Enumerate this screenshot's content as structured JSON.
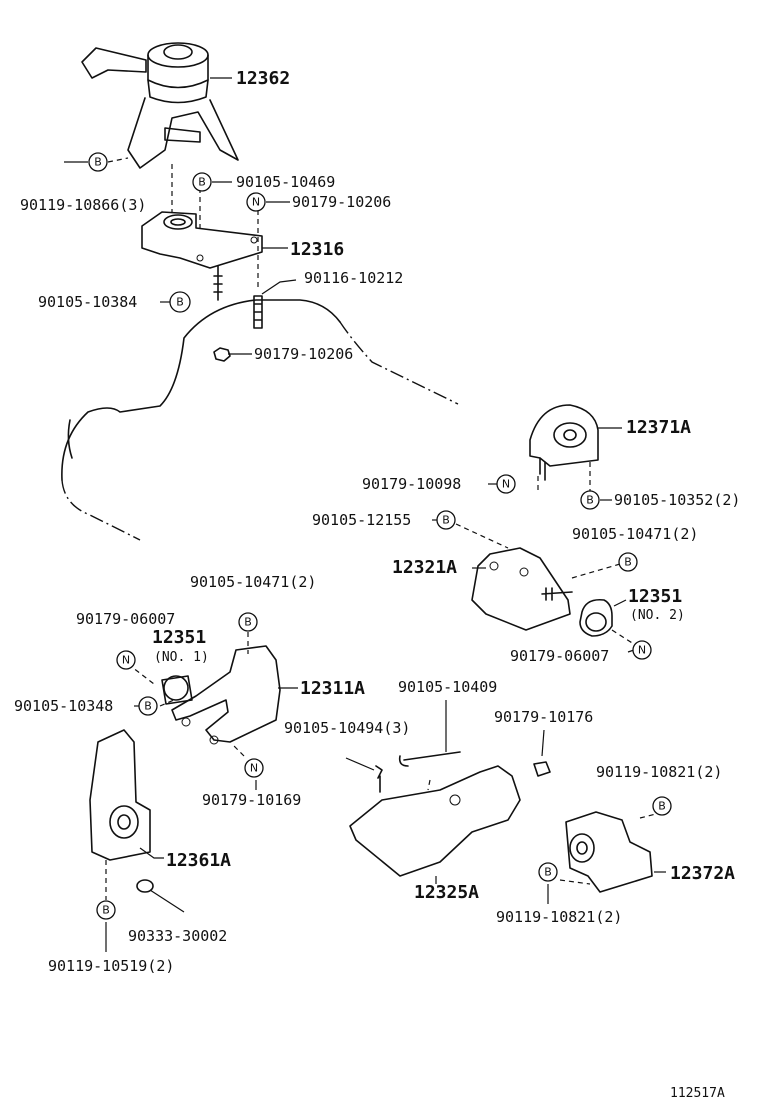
{
  "labels": {
    "p12362": "12362",
    "p90119_10866": "90119-10866(3)",
    "p90105_10469": "90105-10469",
    "p90179_10206_a": "90179-10206",
    "p12316": "12316",
    "p90105_10384": "90105-10384",
    "p90116_10212": "90116-10212",
    "p90179_10206_b": "90179-10206",
    "p12371A": "12371A",
    "p90179_10098": "90179-10098",
    "p90105_10352": "90105-10352(2)",
    "p90105_12155": "90105-12155",
    "p90105_10471_a": "90105-10471(2)",
    "p12321A": "12321A",
    "p12351_no2": "12351",
    "no2": "(NO. 2)",
    "p90179_06007_a": "90179-06007",
    "p90105_10471_b": "90105-10471(2)",
    "p90179_06007_b": "90179-06007",
    "p12351_no1": "12351",
    "no1": "(NO. 1)",
    "p12311A": "12311A",
    "p90105_10348": "90105-10348",
    "p90105_10409": "90105-10409",
    "p90105_10494": "90105-10494(3)",
    "p90179_10176": "90179-10176",
    "p90179_10169": "90179-10169",
    "p90119_10821_a": "90119-10821(2)",
    "p12361A": "12361A",
    "p12372A": "12372A",
    "p12325A": "12325A",
    "p90119_10821_b": "90119-10821(2)",
    "p90333_30002": "90333-30002",
    "p90119_10519": "90119-10519(2)",
    "ref": "112517A"
  },
  "badges": {
    "bolt": "B",
    "nut": "N"
  }
}
